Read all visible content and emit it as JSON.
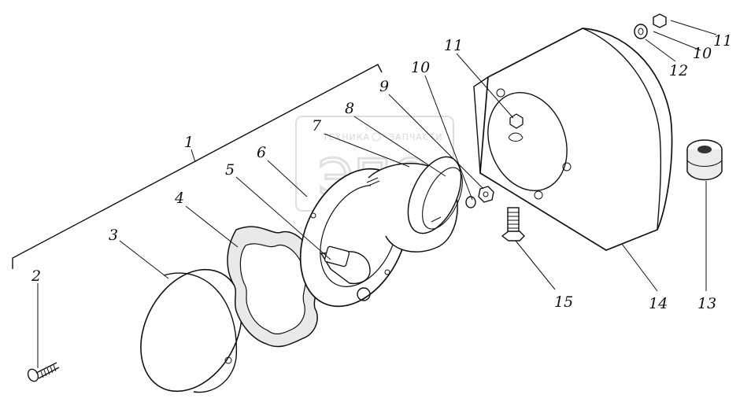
{
  "diagram": {
    "watermark": {
      "line1": "ТЕХНИКА",
      "line2": "ЗАПЧАСТИ",
      "logo": "ЭПО"
    },
    "callouts": [
      {
        "id": "c1",
        "label": "1",
        "part": "lamp-assembly"
      },
      {
        "id": "c2",
        "label": "2",
        "part": "screw"
      },
      {
        "id": "c3",
        "label": "3",
        "part": "lens"
      },
      {
        "id": "c4",
        "label": "4",
        "part": "gasket"
      },
      {
        "id": "c5",
        "label": "5",
        "part": "bulb"
      },
      {
        "id": "c6",
        "label": "6",
        "part": "flange"
      },
      {
        "id": "c7",
        "label": "7",
        "part": "lamp-housing"
      },
      {
        "id": "c8",
        "label": "8",
        "part": "housing-ring"
      },
      {
        "id": "c9",
        "label": "9",
        "part": "nut"
      },
      {
        "id": "c10",
        "label": "10",
        "part": "washer"
      },
      {
        "id": "c11",
        "label": "11",
        "part": "nut"
      },
      {
        "id": "c10b",
        "label": "10",
        "part": "washer"
      },
      {
        "id": "c11b",
        "label": "11",
        "part": "nut"
      },
      {
        "id": "c12",
        "label": "12",
        "part": "washer"
      },
      {
        "id": "c13",
        "label": "13",
        "part": "rubber-bushing"
      },
      {
        "id": "c14",
        "label": "14",
        "part": "bracket"
      },
      {
        "id": "c15",
        "label": "15",
        "part": "bolt"
      }
    ]
  }
}
